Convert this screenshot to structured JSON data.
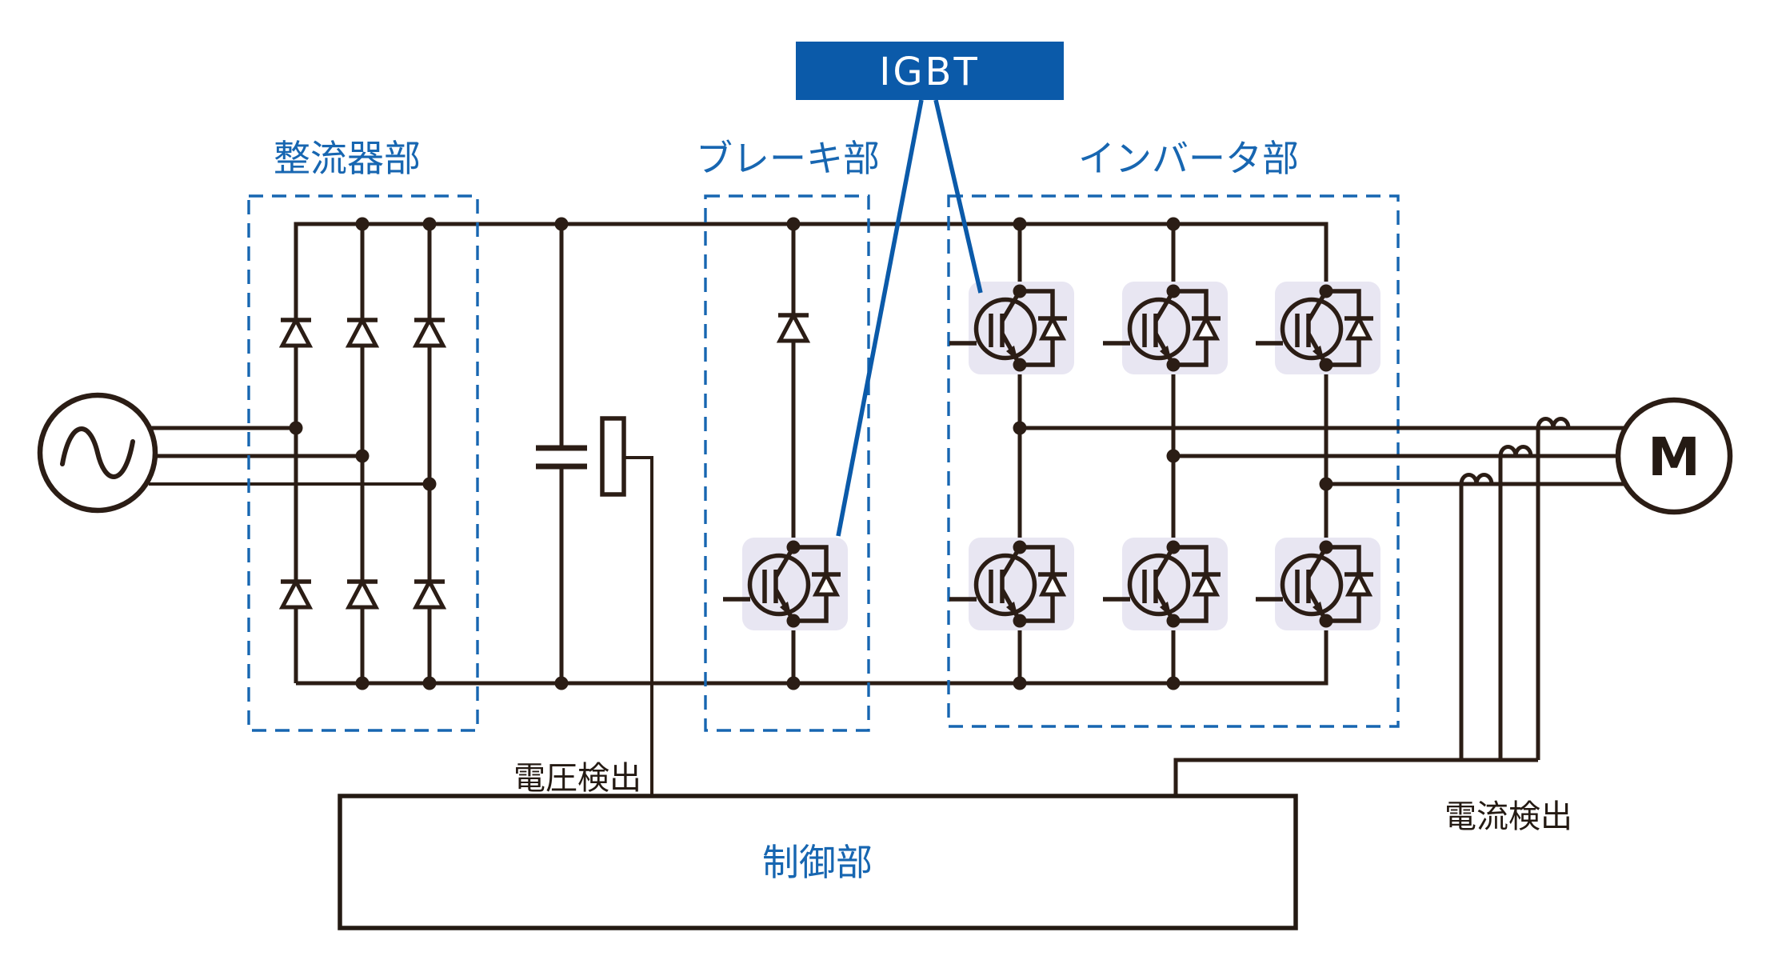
{
  "diagram_title": "inverter-power-circuit",
  "banner": {
    "label": "IGBT"
  },
  "sections": {
    "rectifier": {
      "label": "整流器部"
    },
    "brake": {
      "label": "ブレーキ部"
    },
    "inverter": {
      "label": "インバータ部"
    }
  },
  "control": {
    "label": "制御部"
  },
  "annotations": {
    "voltage_detect": "電圧検出",
    "current_detect": "電流検出"
  },
  "motor": {
    "label": "M"
  },
  "colors": {
    "line": "#2b1d15",
    "accent_blue": "#1766b1",
    "banner_blue": "#0b5aa9",
    "igbt_highlight": "#e8e6f2",
    "background": "#ffffff"
  }
}
